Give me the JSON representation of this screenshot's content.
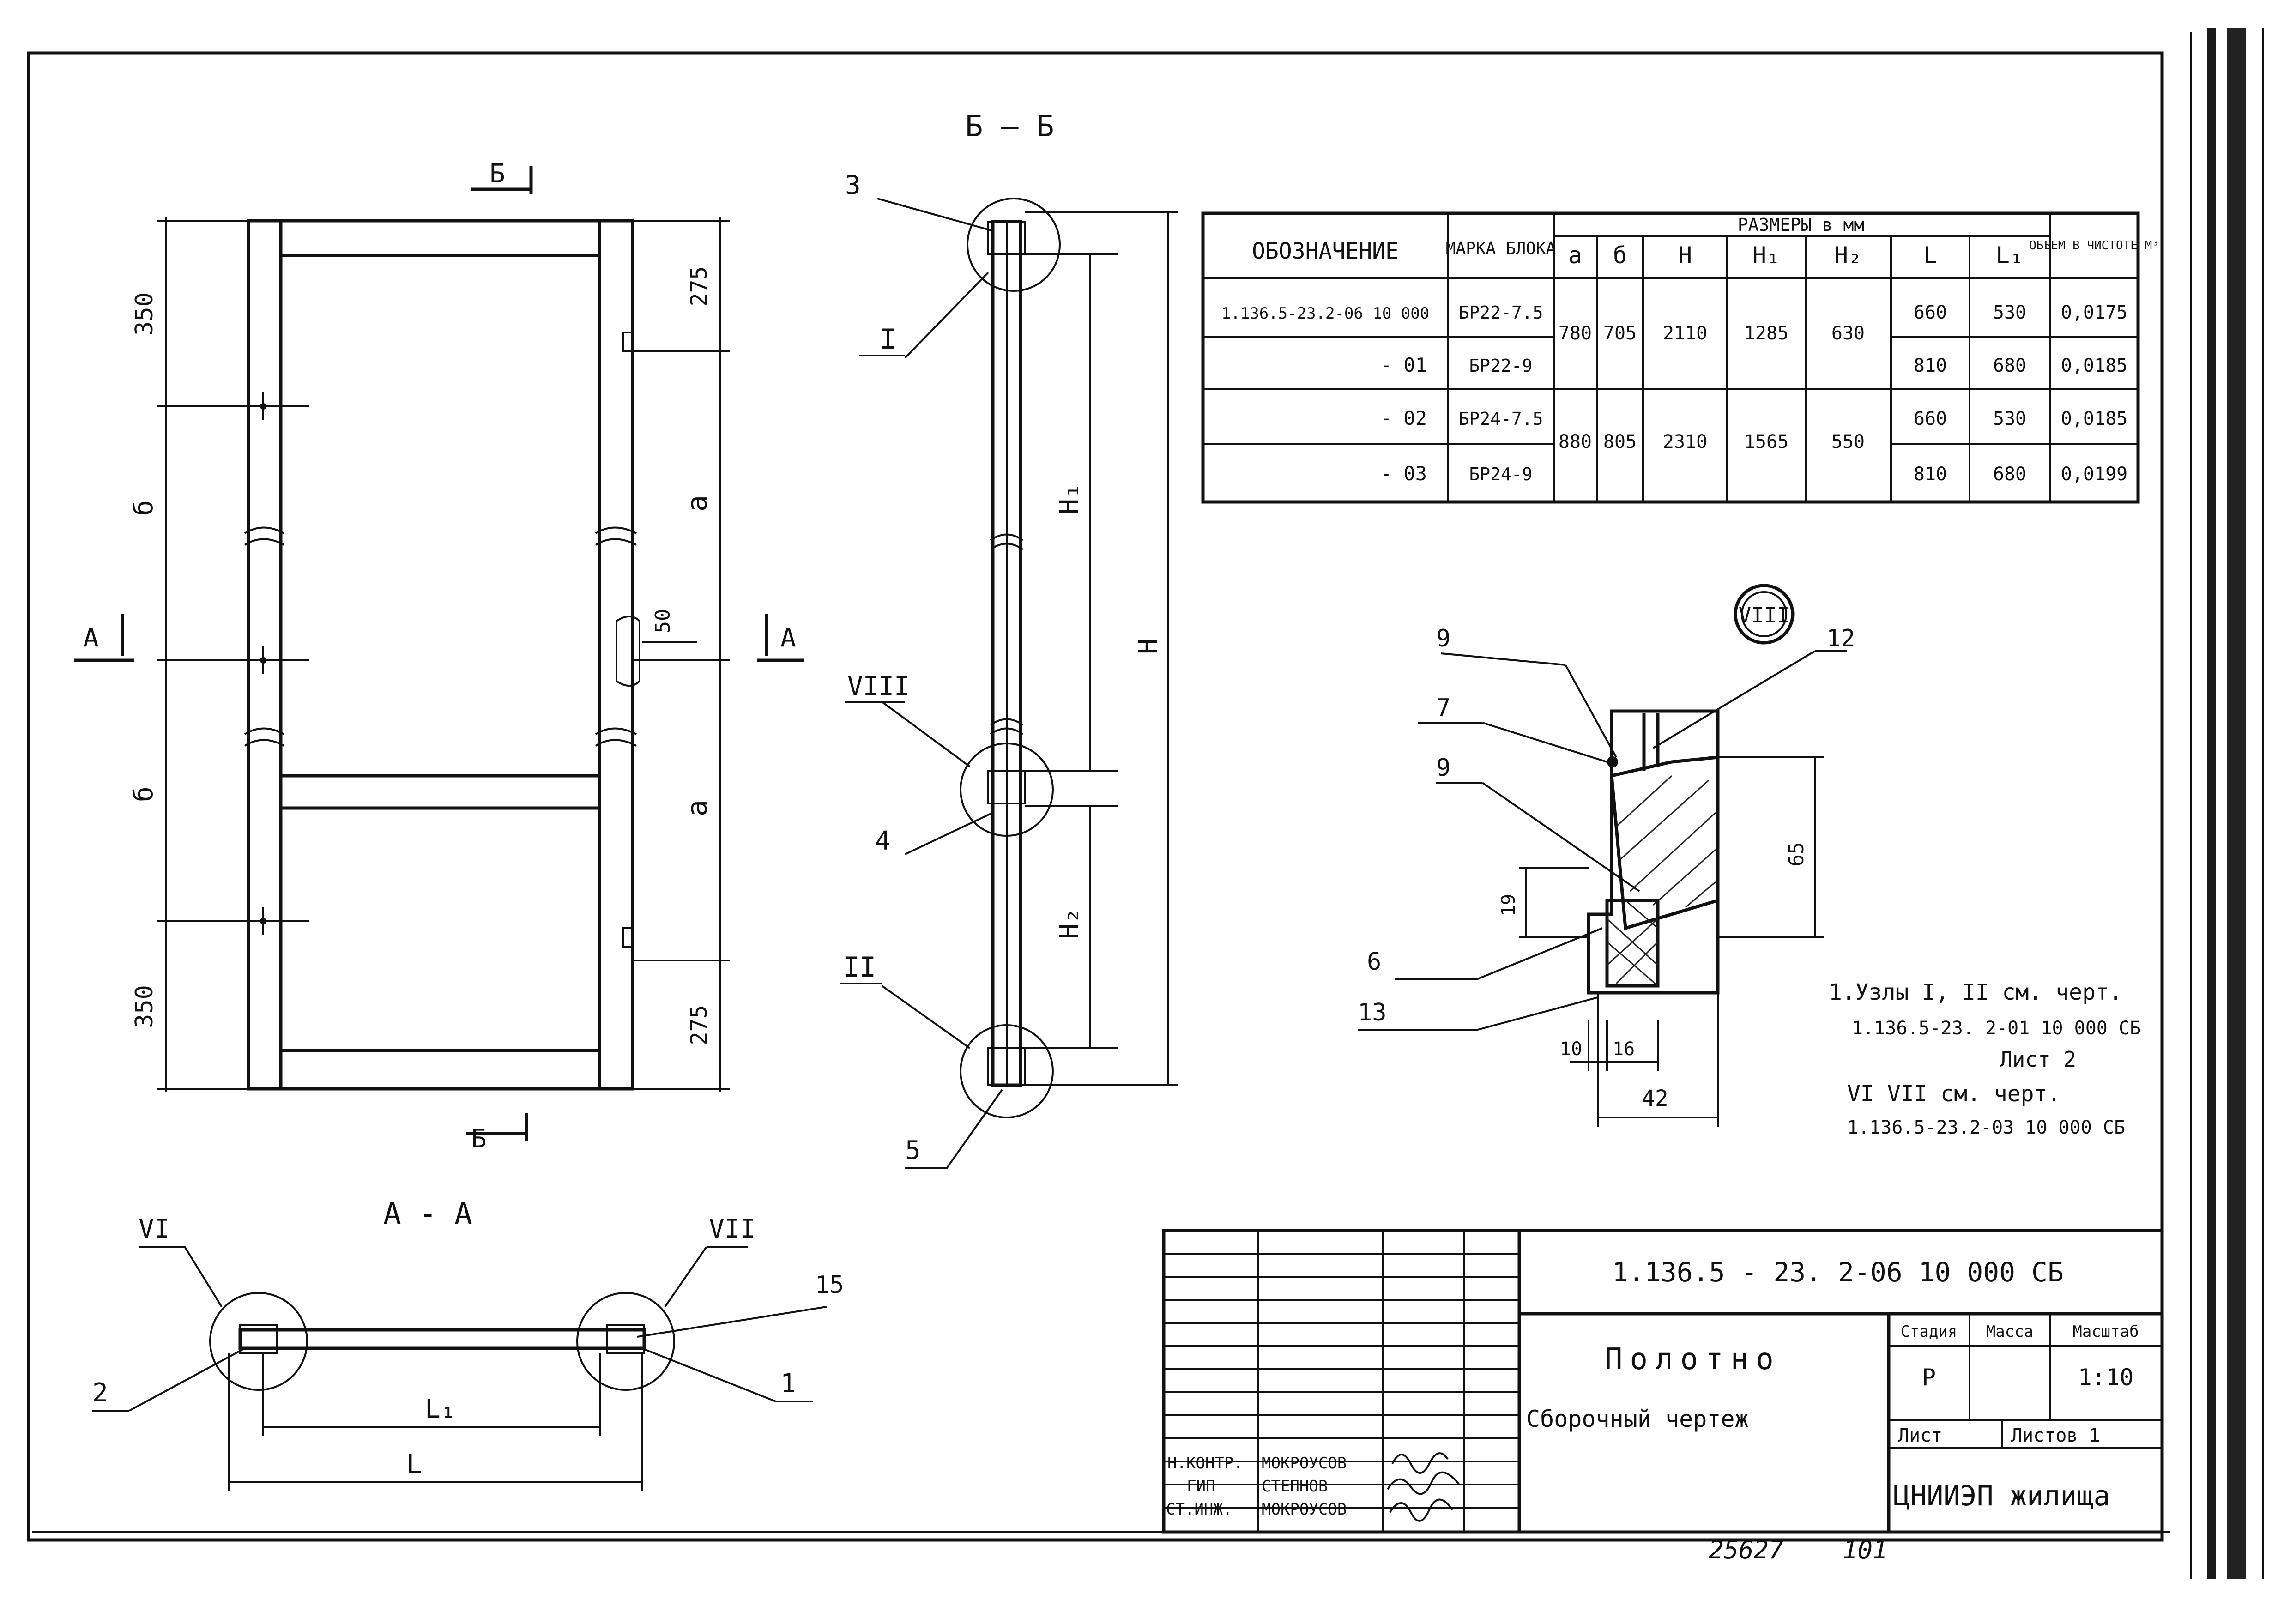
{
  "sections": {
    "bb_title": "Б – Б",
    "aa_title": "А - А",
    "cut_b": "Б",
    "cut_a": "А",
    "detail_viii": "VIII"
  },
  "frame_view": {
    "dims_left": [
      "350",
      "б",
      "б",
      "350"
    ],
    "dims_right": [
      "275",
      "а",
      "50",
      "а",
      "275"
    ]
  },
  "bb_view": {
    "dims": [
      "H",
      "H₁",
      "H₂"
    ],
    "callouts": [
      "3",
      "I",
      "VIII",
      "4",
      "II",
      "5"
    ]
  },
  "aa_view": {
    "callouts": [
      "VI",
      "VII",
      "15",
      "2",
      "1"
    ],
    "dims": [
      "L₁",
      "L"
    ]
  },
  "detail": {
    "callouts": [
      "9",
      "7",
      "9",
      "12",
      "6",
      "13"
    ],
    "dims": [
      "65",
      "19",
      "10",
      "16",
      "42"
    ]
  },
  "notes": [
    "1.Узлы I, II см. черт.",
    "1.136.5-23. 2-01 10 000 СБ",
    "Лист 2",
    "VI VII  см. черт.",
    "1.136.5-23.2-03 10 000 СБ"
  ],
  "spec_table": {
    "headers": {
      "designation": "ОБОЗНАЧЕНИЕ",
      "mark": "МАРКА БЛОКА",
      "sizes": "РАЗМЕРЫ  в  мм",
      "volume": "ОБЪЕМ В ЧИСТОТЕ М³",
      "a": "а",
      "delta": "б",
      "H": "Н",
      "H1": "Н₁",
      "H2": "Н₂",
      "L": "L",
      "L1": "L₁"
    },
    "rows": [
      {
        "designation": "1.136.5-23.2-06 10 000",
        "mark": "БР22-7.5",
        "L": "660",
        "L1": "530",
        "volume": "0,0175"
      },
      {
        "designation": "- 01",
        "mark": "БР22-9",
        "L": "810",
        "L1": "680",
        "volume": "0,0185"
      },
      {
        "designation": "- 02",
        "mark": "БР24-7.5",
        "L": "660",
        "L1": "530",
        "volume": "0,0185"
      },
      {
        "designation": "- 03",
        "mark": "БР24-9",
        "L": "810",
        "L1": "680",
        "volume": "0,0199"
      }
    ],
    "groups": [
      {
        "a": "780",
        "delta": "705",
        "H": "2110",
        "H1": "1285",
        "H2": "630"
      },
      {
        "a": "880",
        "delta": "805",
        "H": "2310",
        "H1": "1565",
        "H2": "550"
      }
    ]
  },
  "title_block": {
    "doc_code": "1.136.5 - 23. 2-06  10 000 СБ",
    "title": "Полотно",
    "subtitle": "Сборочный  чертеж",
    "stage_label": "Стадия",
    "mass_label": "Масса",
    "scale_label": "Масштаб",
    "stage": "Р",
    "scale": "1:10",
    "sheet_label": "Лист",
    "sheets_label": "Листов 1",
    "org": "ЦНИИЭП жилища",
    "signatures": [
      {
        "role": "Н.КОНТР.",
        "name": "МОКРОУСОВ"
      },
      {
        "role": "ГИП",
        "name": "СТЕПНОВ"
      },
      {
        "role": "СТ.ИНЖ.",
        "name": "МОКРОУСОВ"
      }
    ]
  },
  "footer": {
    "inventory": "25627",
    "page": "101"
  }
}
